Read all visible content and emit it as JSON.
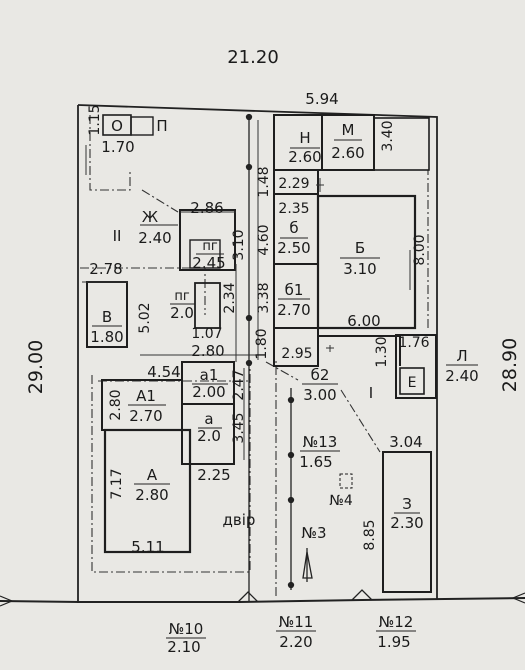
{
  "dims": {
    "top_total": "21.20",
    "top": "5.94",
    "left_total": "29.00",
    "right_total": "28.90",
    "o_h": "1.15",
    "o_w": "1.70",
    "m_h": "3.40",
    "seg1": "1.48",
    "seg2": "3.10",
    "seg3": "4.60",
    "seg4": "3.38",
    "seg5": "2.34",
    "seg6": "1.80",
    "seg7": "2.47",
    "seg8": "3.45",
    "w278": "2.78",
    "w502": "5.02",
    "w107": "1.07",
    "w280": "2.80",
    "w454": "4.54",
    "w280b": "2.80",
    "w717": "7.17",
    "w225": "2.25",
    "w511": "5.11",
    "w229": "2.29",
    "w235": "2.35",
    "w800": "8.00",
    "w600": "6.00",
    "w295": "2.95",
    "w130": "1.30",
    "w176": "1.76",
    "w304": "3.04",
    "w885": "8.85",
    "w286": "2.86"
  },
  "rooms": {
    "O": "О",
    "P": "П",
    "II": "II",
    "I": "I",
    "Zh": "Ж",
    "Zh_d": "2.40",
    "pg1": "пг",
    "pg1_d": "2.45",
    "pg2": "пг",
    "pg2_d": "2.0",
    "V": "В",
    "V_d": "1.80",
    "N": "Н",
    "N_d": "2.60",
    "M": "М",
    "M_d": "2.60",
    "b": "б",
    "b_d": "2.50",
    "B": "Б",
    "B_d": "3.10",
    "b1": "б1",
    "b1_d": "2.70",
    "b2": "б2",
    "b2_d": "3.00",
    "A1": "А1",
    "A1_d": "2.70",
    "a1": "а1",
    "a1_d": "2.00",
    "a": "а",
    "a_d": "2.0",
    "A": "А",
    "A_d": "2.80",
    "L": "Л",
    "L_d": "2.40",
    "E": "Е",
    "Z": "З",
    "Z_d": "2.30",
    "yard": "двір"
  },
  "nums": {
    "n13": "№13",
    "n13_d": "1.65",
    "n4": "№4",
    "n3": "№3",
    "n10": "№10",
    "n10_d": "2.10",
    "n11": "№11",
    "n11_d": "2.20",
    "n12": "№12",
    "n12_d": "1.95"
  }
}
